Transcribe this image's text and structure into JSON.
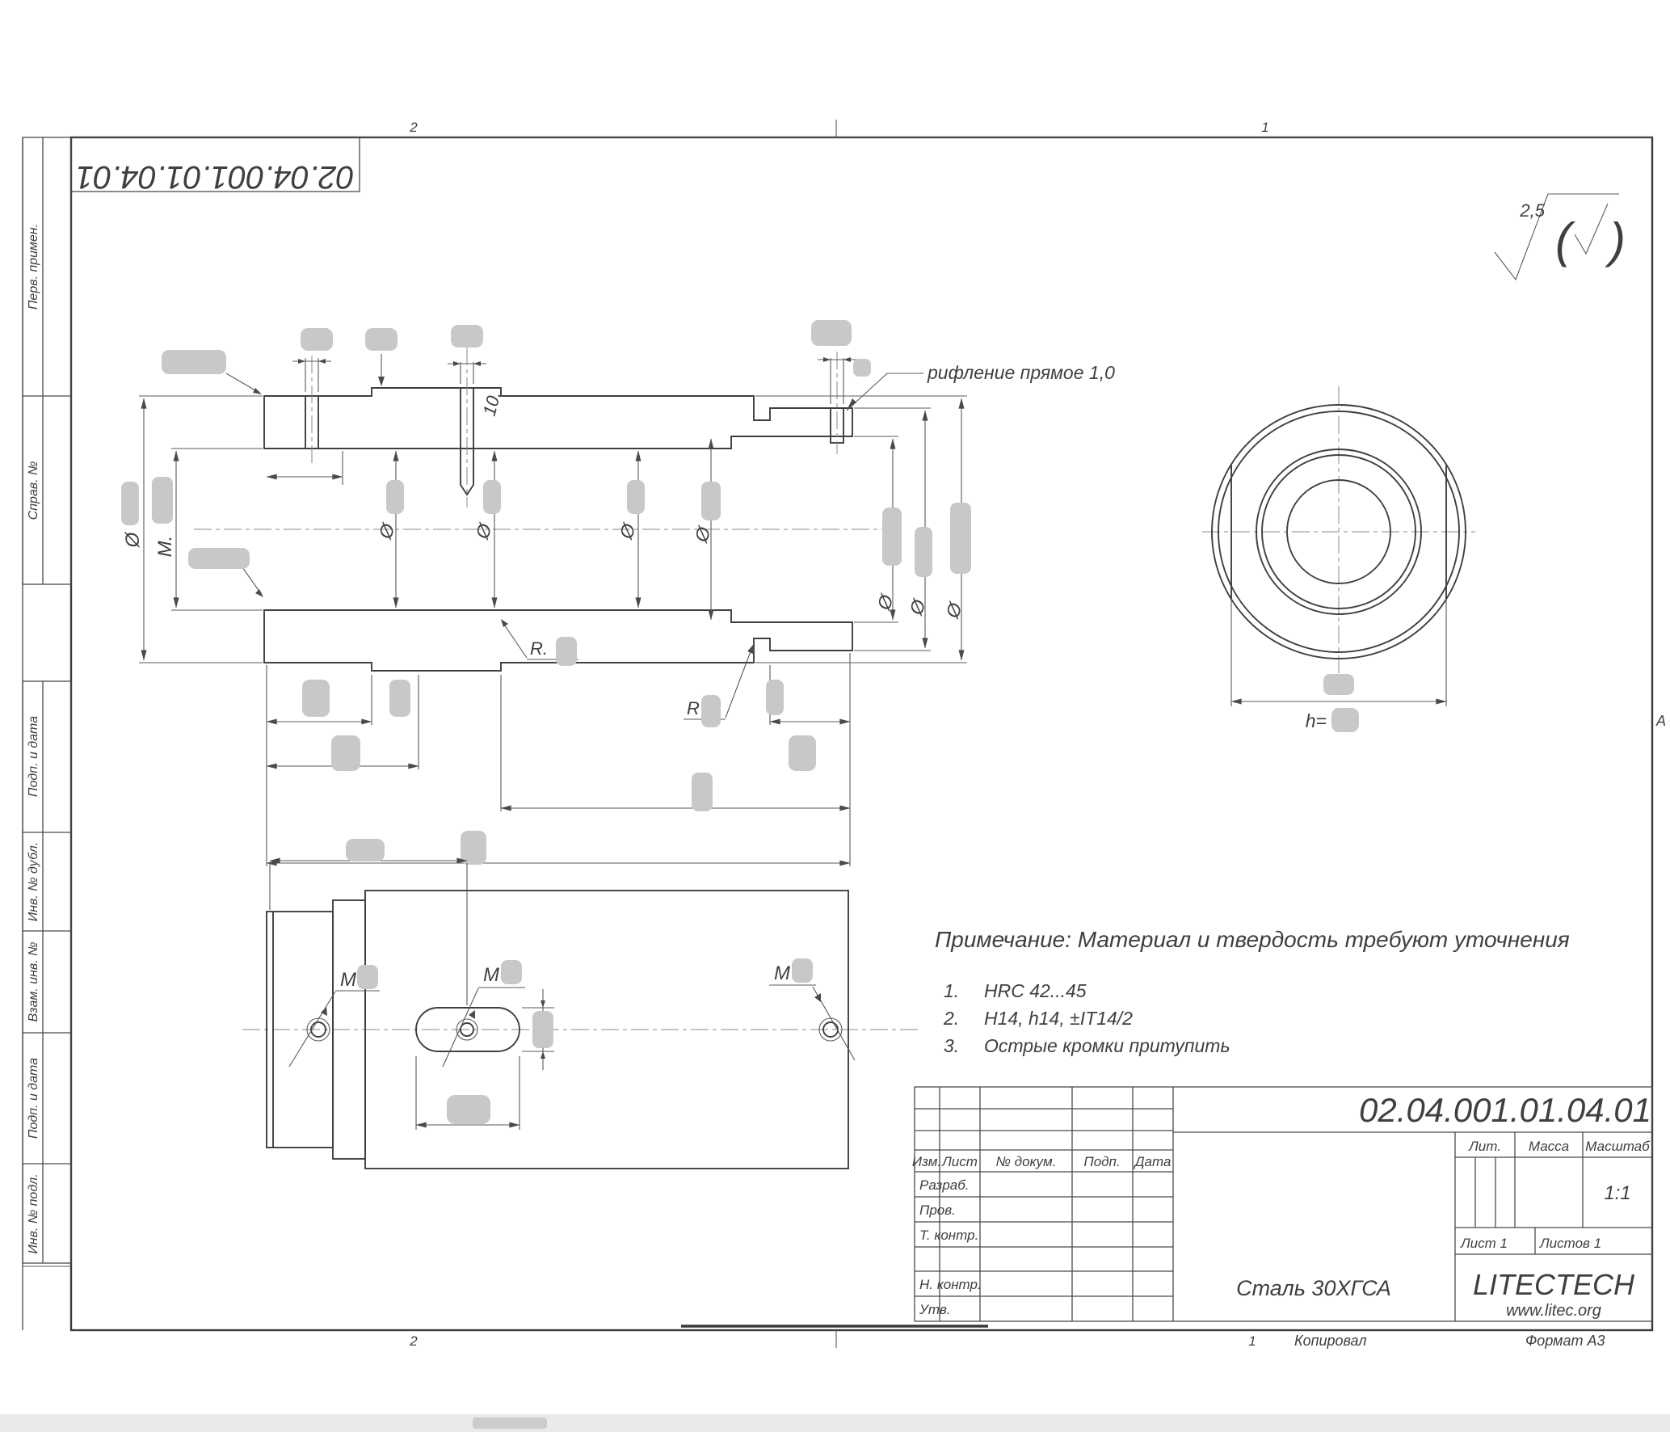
{
  "frame": {
    "zone_top_left": "2",
    "zone_top_right": "1",
    "zone_bottom_left": "2",
    "zone_bottom_right": "1",
    "zone_right": "А",
    "copied": "Копировал",
    "format": "Формат А3"
  },
  "corner_stamp": {
    "part_number": "02.04.001.01.04.01"
  },
  "surface_finish": {
    "value": "2,5",
    "paren_open": "(",
    "paren_close": ")"
  },
  "sidebar": {
    "items": [
      {
        "label": "Перв. примен."
      },
      {
        "label": "Справ. №"
      },
      {
        "label": "Подп. и дата"
      },
      {
        "label": "Инв. № дубл."
      },
      {
        "label": "Взам. инв. №"
      },
      {
        "label": "Подп. и дата"
      },
      {
        "label": "Инв. № подл."
      }
    ]
  },
  "drawing": {
    "knurl_note": "рифление прямое 1,0",
    "hole_depth": "10.",
    "dia": "Ø",
    "thread": "M",
    "thread_dot": "M.",
    "radius": "R",
    "radius_dot": "R.",
    "h_label": "h="
  },
  "notes": {
    "title": "Примечание: Материал и твердость требуют уточнения",
    "items": [
      {
        "num": "1.",
        "text": "HRC 42...45"
      },
      {
        "num": "2.",
        "text": "H14, h14, ±IT14/2"
      },
      {
        "num": "3.",
        "text": "Острые кромки притупить"
      }
    ]
  },
  "title_block": {
    "part_number": "02.04.001.01.04.01",
    "cols": {
      "izm": "Изм.",
      "list": "Лист",
      "doc": "№ докум.",
      "podp": "Подп.",
      "data": "Дата"
    },
    "rows": {
      "razrab": "Разраб.",
      "prov": "Пров.",
      "tkontr": "Т. контр.",
      "nkontr": "Н. контр.",
      "utv": "Утв."
    },
    "lit": "Лит.",
    "massa": "Масса",
    "scale_label": "Масштаб",
    "scale_value": "1:1",
    "sheet_label": "Лист 1",
    "sheets_label": "Листов 1",
    "material": "Сталь 30ХГСА",
    "company": "LITECTECH",
    "website": "www.litec.org"
  }
}
